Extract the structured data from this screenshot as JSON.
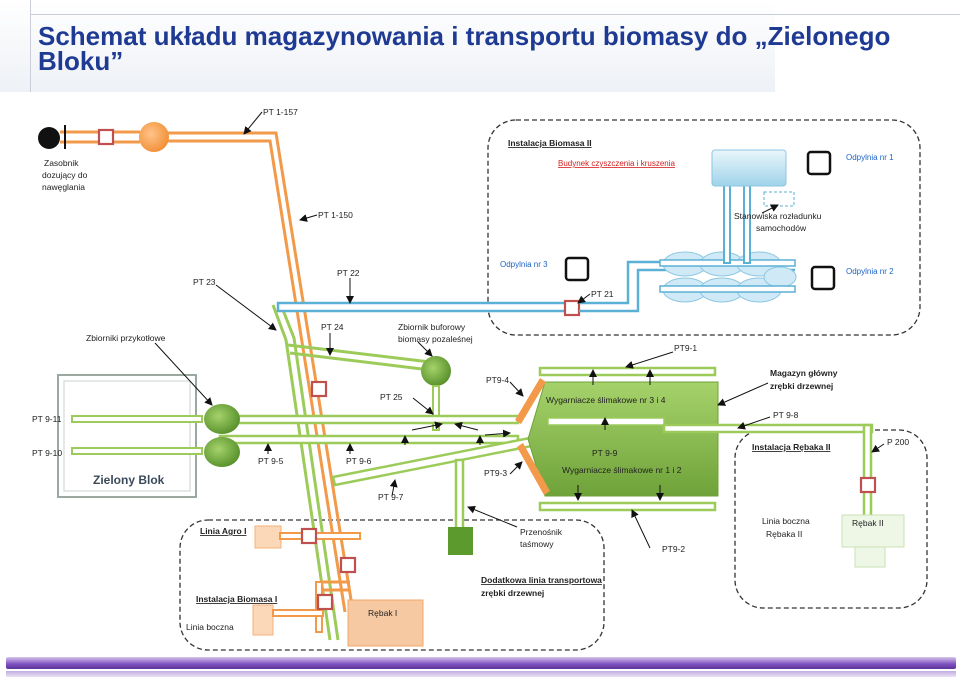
{
  "title": "Schemat układu magazynowania i transportu biomasy do „Zielonego Bloku”",
  "labels": {
    "pt1_157": "PT 1-157",
    "pt1_150": "PT 1-150",
    "zasobnik_1": "Zasobnik",
    "zasobnik_2": "dozujący do",
    "zasobnik_3": "nawęglania",
    "pt23": "PT 23",
    "pt22": "PT 22",
    "pt24": "PT 24",
    "pt21": "PT 21",
    "pt25": "PT 25",
    "zbiorniki_przykotlowe": "Zbiorniki przykotłowe",
    "zbiornik_buforowy_1": "Zbiornik buforowy",
    "zbiornik_buforowy_2": "biomasy pozaleśnej",
    "pt9_11": "PT 9-11",
    "pt9_10": "PT 9-10",
    "pt9_5": "PT 9-5",
    "pt9_6": "PT 9-6",
    "pt9_4": "PT9-4",
    "pt9_3": "PT9-3",
    "pt9_7": "PT 9-7",
    "pt9_1": "PT9-1",
    "pt9_2": "PT9-2",
    "pt9_9": "PT 9-9",
    "pt9_8": "PT 9-8",
    "p200": "P 200",
    "zielony_blok": "Zielony Blok",
    "wygarniacze_34": "Wygarniacze ślimakowe nr 3 i 4",
    "wygarniacze_12": "Wygarniacze ślimakowe nr 1 i 2",
    "magazyn_1": "Magazyn główny",
    "magazyn_2": "zrębki drzewnej",
    "instalacja_rebaka_ii": "Instalacja Rębaka II",
    "linia_boczna_rebaka_1": "Linia boczna",
    "linia_boczna_rebaka_2": "Rębaka II",
    "rebak_ii": "Rębak II",
    "przenosnik_1": "Przenośnik",
    "przenosnik_2": "taśmowy",
    "dodatkowa_1": "Dodatkowa linia transportowa",
    "dodatkowa_2": "zrębki drzewnej",
    "linia_agro": "Linia Agro I",
    "instalacja_biomasa_i": "Instalacja Biomasa I",
    "linia_boczna": "Linia boczna",
    "rebak_i": "Rębak I",
    "instalacja_biomasa_ii": "Instalacja Biomasa II",
    "budynek": "Budynek czyszczenia i kruszenia",
    "stanowiska_1": "Stanowiska rozładunku",
    "stanowiska_2": "samochodów",
    "odpylnia_1": "Odpylnia nr 1",
    "odpylnia_2": "Odpylnia nr 2",
    "odpylnia_3": "Odpylnia nr 3"
  },
  "colors": {
    "title": "#1f3a93",
    "conveyor_green": "#9ccb5a",
    "conveyor_orange": "#f29a4a",
    "conveyor_blue": "#5bb0d6",
    "warehouse_green": "#8bbf4e",
    "node_red": "#c0504d"
  }
}
